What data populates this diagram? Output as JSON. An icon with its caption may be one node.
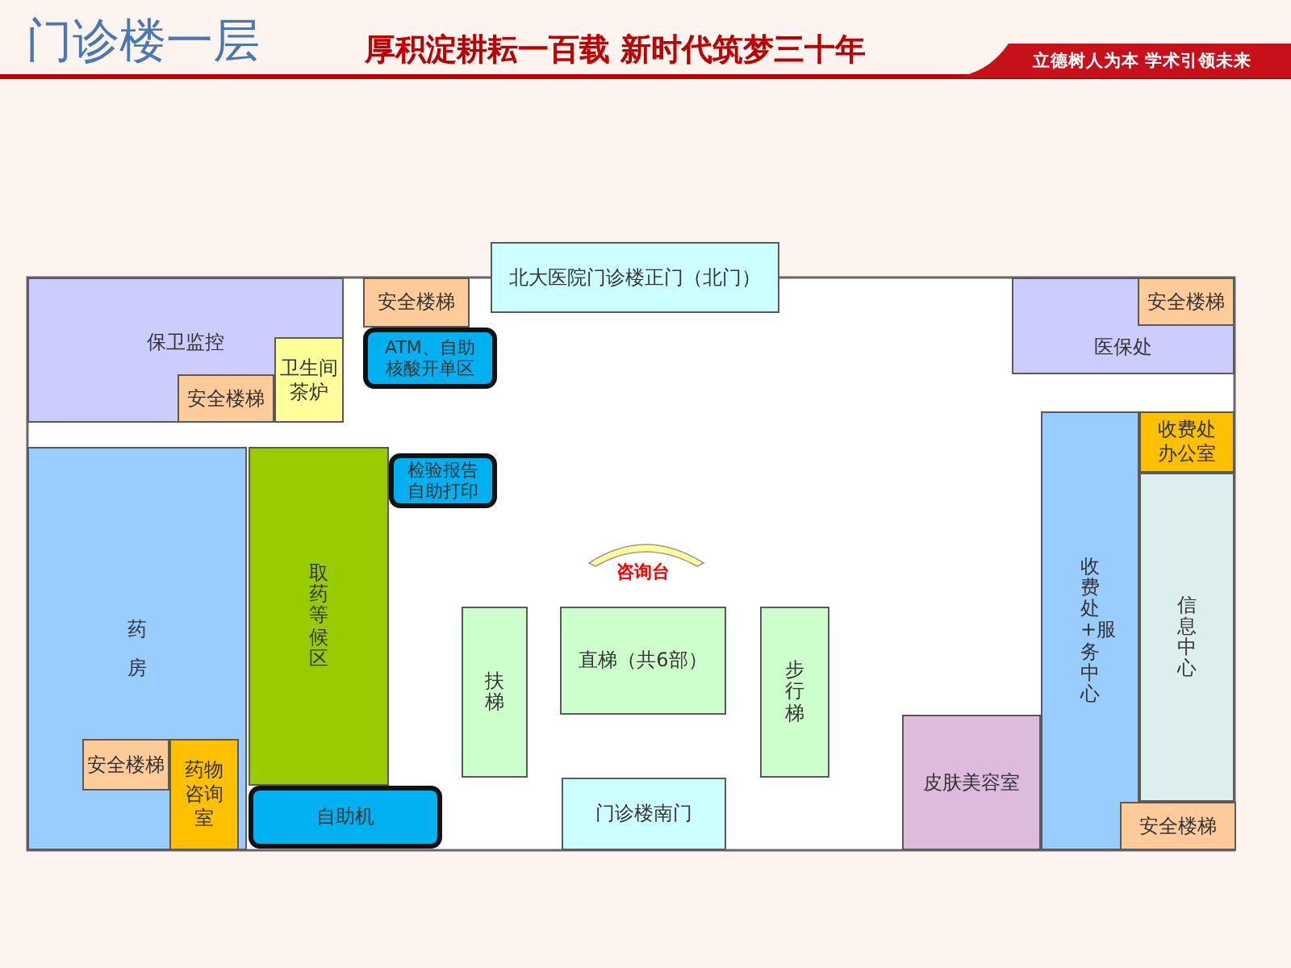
{
  "diagram": {
    "title": "门诊楼一层",
    "nodes": [
      {
        "text": [
          "北大医院门诊楼正门（北门）"
        ]
      },
      {
        "text": [
          "保卫监控"
        ]
      },
      {
        "text": [
          "安全楼梯"
        ],
        "in": 1
      },
      {
        "text": [
          "卫生间茶炉"
        ],
        "in": 1
      },
      {
        "text": [
          "安全楼梯"
        ]
      },
      {
        "text": [
          "ATM、自助核酸开单区"
        ]
      },
      {
        "text": [
          "医保处"
        ]
      },
      {
        "text": [
          "安全楼梯"
        ],
        "in": 6
      },
      {
        "text": [
          "药房"
        ]
      },
      {
        "text": [
          "安全楼梯"
        ],
        "in": 8
      },
      {
        "text": [
          "药物咨询室"
        ],
        "in": 8
      },
      {
        "text": [
          "取药等候区"
        ]
      },
      {
        "text": [
          "检验报告自助打印"
        ]
      },
      {
        "text": [
          "收费处办公室"
        ]
      },
      {
        "text": [
          "收费处+服务中心"
        ]
      },
      {
        "text": [
          "信息中心"
        ]
      },
      {
        "text": [
          "扶梯"
        ]
      },
      {
        "text": [
          "直梯（共6部）"
        ]
      },
      {
        "text": [
          "步行梯"
        ]
      },
      {
        "text": [
          "门诊楼南门"
        ]
      },
      {
        "text": [
          "自助机"
        ]
      },
      {
        "text": [
          "皮肤美容室"
        ]
      },
      {
        "text": [
          "安全楼梯"
        ]
      }
    ],
    "labels": [
      "厚积淀耕耘一百载 新时代筑梦三十年",
      "立德树人为本 学术引领未来",
      "咨询台"
    ]
  }
}
